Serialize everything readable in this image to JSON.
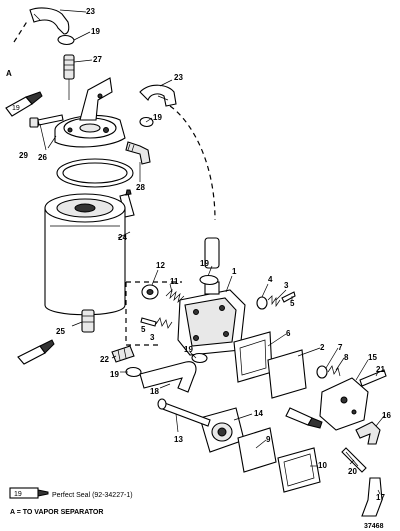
{
  "callouts": {
    "c1": "1",
    "c2": "2",
    "c3a": "3",
    "c3b": "3",
    "c4": "4",
    "c5a": "5",
    "c5b": "5",
    "c6": "6",
    "c7": "7",
    "c8": "8",
    "c9": "9",
    "c10": "10",
    "c11": "11",
    "c12": "12",
    "c13": "13",
    "c14": "14",
    "c15": "15",
    "c16": "16",
    "c17": "17",
    "c18": "18",
    "c19a": "19",
    "c19b": "19",
    "c19c": "19",
    "c19d": "19",
    "c19e": "19",
    "c20": "20",
    "c21": "21",
    "c22": "22",
    "c23a": "23",
    "c23b": "23",
    "c24": "24",
    "c25": "25",
    "c26": "26",
    "c27": "27",
    "c28": "28",
    "c29": "29",
    "a_marker": "A"
  },
  "tube_label": "19",
  "legend": {
    "sealant_tube_label": "19",
    "sealant_text": "Perfect Seal (92-34227-1)",
    "a_note": "A = TO VAPOR SEPARATOR"
  },
  "figure_number": "37468"
}
